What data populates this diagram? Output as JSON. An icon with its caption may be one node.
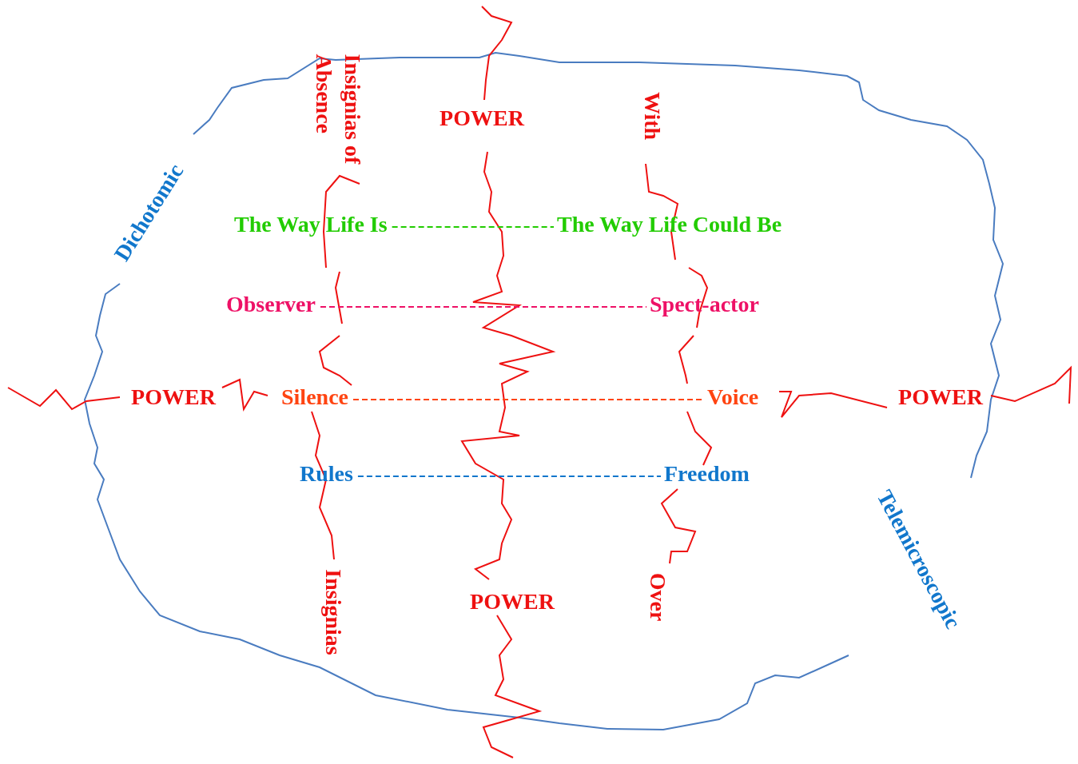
{
  "diagram": {
    "nodes": [
      {
        "text": [
          "The Way Life Is"
        ]
      },
      {
        "text": [
          "The Way Life Could Be"
        ]
      },
      {
        "text": [
          "Observer"
        ]
      },
      {
        "text": [
          "Spect-actor"
        ]
      },
      {
        "text": [
          "Silence"
        ]
      },
      {
        "text": [
          "Voice"
        ]
      },
      {
        "text": [
          "Rules"
        ]
      },
      {
        "text": [
          "Freedom"
        ]
      }
    ],
    "edges": [
      {
        "from": 0,
        "to": 1,
        "arrow": "none",
        "style": "dashed",
        "color": "#22cc00"
      },
      {
        "from": 2,
        "to": 3,
        "arrow": "none",
        "style": "dashed",
        "color": "#ee1166"
      },
      {
        "from": 4,
        "to": 5,
        "arrow": "none",
        "style": "dashed",
        "color": "#ff4411"
      },
      {
        "from": 6,
        "to": 7,
        "arrow": "none",
        "style": "dashed",
        "color": "#1177cc"
      }
    ],
    "labels": [
      "Insignias of Absence",
      "With",
      "POWER",
      "Dichotomic",
      "POWER",
      "POWER",
      "Telemicroscopic",
      "Insignias",
      "Over",
      "POWER"
    ]
  }
}
